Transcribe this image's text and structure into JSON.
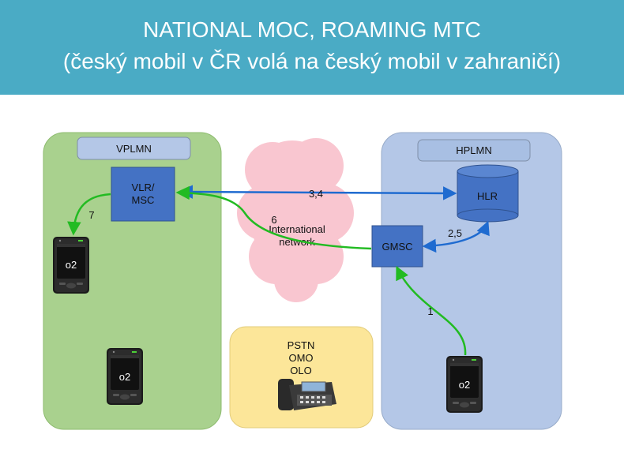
{
  "title": {
    "line1": "NATIONAL MOC, ROAMING MTC",
    "line2": "(český mobil v ČR volá na český mobil v zahraničí)"
  },
  "networks": {
    "visited": "VPLMN",
    "home": "HPLMN",
    "cloud_line1": "International",
    "cloud_line2": "network"
  },
  "nodes": {
    "vlr_line1": "VLR/",
    "vlr_line2": "MSC",
    "hlr": "HLR",
    "gmsc": "GMSC",
    "pstn_line1": "PSTN",
    "pstn_line2": "OMO",
    "pstn_line3": "OLO"
  },
  "phones": {
    "brand": "o2"
  },
  "steps": {
    "s1": "1",
    "s25": "2,5",
    "s34": "3,4",
    "s6": "6",
    "s7": "7"
  },
  "colors": {
    "header": "#4aabc5",
    "visited_area": "#a9d18e",
    "home_area": "#b4c7e7",
    "node_fill": "#4472c4",
    "cloud": "#f9c6d0",
    "pstn": "#fce699",
    "arrow_green": "#22bb22",
    "arrow_blue": "#1f6bd0"
  }
}
